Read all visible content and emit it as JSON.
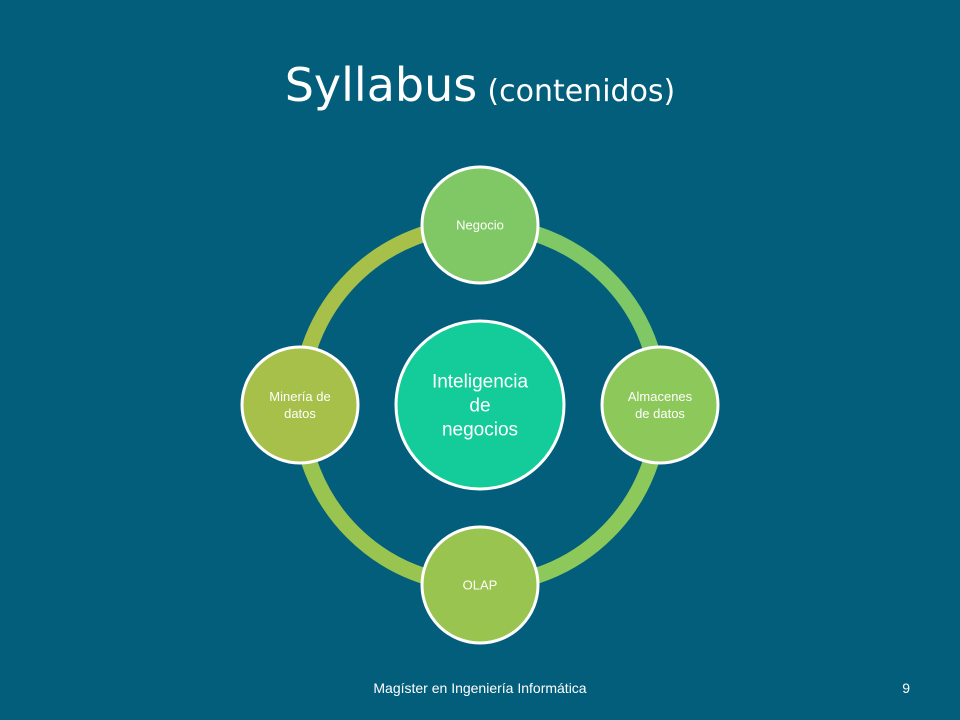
{
  "slide": {
    "title_main": "Syllabus",
    "title_sub": "(contenidos)",
    "footer": "Magíster en Ingeniería Informática",
    "page_number": "9"
  },
  "diagram": {
    "center": {
      "lines": [
        "Inteligencia",
        "de",
        "negocios"
      ],
      "color": "#14cc9a"
    },
    "nodes": [
      {
        "id": "negocio",
        "lines": [
          "Negocio"
        ],
        "color": "#80c865"
      },
      {
        "id": "almacenes",
        "lines": [
          "Almacenes",
          "de datos"
        ],
        "color": "#8cc85a"
      },
      {
        "id": "olap",
        "lines": [
          "OLAP"
        ],
        "color": "#9ac450"
      },
      {
        "id": "mineria",
        "lines": [
          "Minería de",
          "datos"
        ],
        "color": "#a6c04a"
      }
    ],
    "ring_colors": {
      "top_right": "#80c865",
      "bottom_right": "#8cc85a",
      "bottom_left": "#9ac450",
      "top_left": "#a6c04a"
    },
    "background": "#035e7b"
  }
}
